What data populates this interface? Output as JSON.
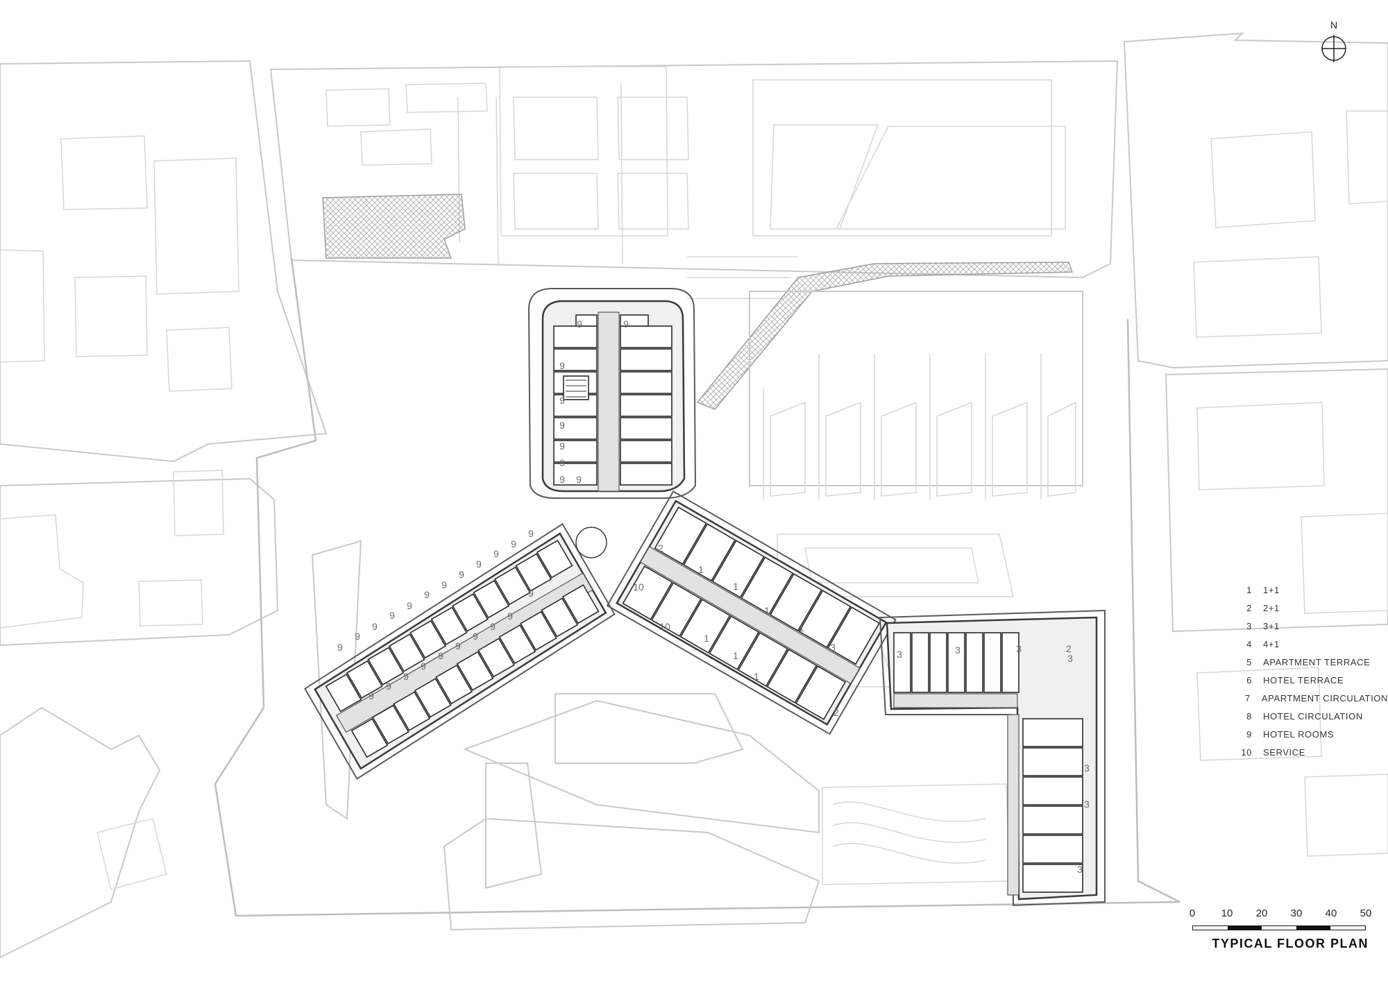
{
  "north_arrow": {
    "label": "N"
  },
  "legend": {
    "items": [
      {
        "num": "1",
        "label": "1+1"
      },
      {
        "num": "2",
        "label": "2+1"
      },
      {
        "num": "3",
        "label": "3+1"
      },
      {
        "num": "4",
        "label": "4+1"
      },
      {
        "num": "5",
        "label": "APARTMENT TERRACE"
      },
      {
        "num": "6",
        "label": "HOTEL TERRACE"
      },
      {
        "num": "7",
        "label": "APARTMENT CIRCULATION"
      },
      {
        "num": "8",
        "label": "HOTEL CIRCULATION"
      },
      {
        "num": "9",
        "label": "HOTEL ROOMS"
      },
      {
        "num": "10",
        "label": "SERVICE"
      }
    ]
  },
  "scale_bar": {
    "ticks": [
      "0",
      "10",
      "20",
      "30",
      "40",
      "50"
    ]
  },
  "title": "TYPICAL FLOOR PLAN",
  "unit_labels": {
    "north_wing": [
      "9",
      "9",
      "9",
      "9",
      "9",
      "9",
      "9",
      "9",
      "9"
    ],
    "west_wing": [
      "9",
      "9",
      "9",
      "9",
      "9",
      "9",
      "9",
      "9",
      "9",
      "9",
      "9",
      "9",
      "9",
      "9",
      "9",
      "9",
      "9",
      "9",
      "9",
      "9",
      "9",
      "9"
    ],
    "service": [
      "10",
      "10"
    ],
    "east_wing": [
      "2",
      "1",
      "1",
      "1",
      "1",
      "1",
      "1",
      "1",
      "3",
      "2"
    ],
    "south_block": [
      "3",
      "3",
      "3",
      "3",
      "2",
      "3",
      "3",
      "3"
    ]
  },
  "colors": {
    "line": "#2a2a2a",
    "context": "#c9c9c9",
    "floor_fill": "#f0f0f0"
  }
}
